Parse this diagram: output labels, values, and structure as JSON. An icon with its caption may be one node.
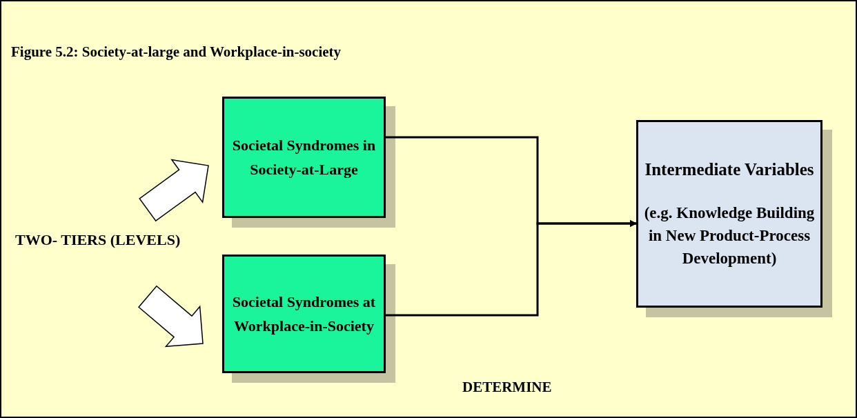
{
  "diagram": {
    "title": "Figure 5.2: Society-at-large and Workplace-in-society",
    "nodes": [
      {
        "text": [
          "Societal Syndromes in Society-at-Large"
        ]
      },
      {
        "text": [
          "Societal Syndromes at Workplace-in-Society"
        ]
      },
      {
        "text": [
          "Intermediate Variables",
          "(e.g. Knowledge Building in New Product-Process Development)"
        ]
      },
      {
        "text": [
          "TWO- TIERS (LEVELS)"
        ]
      }
    ],
    "edges": [
      {
        "from": 3,
        "to": 0,
        "arrow": "to",
        "style": "thick"
      },
      {
        "from": 3,
        "to": 1,
        "arrow": "to",
        "style": "thick"
      },
      {
        "from": 0,
        "to": 2,
        "arrow": "to"
      },
      {
        "from": 1,
        "to": 2,
        "arrow": "to"
      }
    ],
    "labels": [
      "DETERMINE"
    ]
  }
}
